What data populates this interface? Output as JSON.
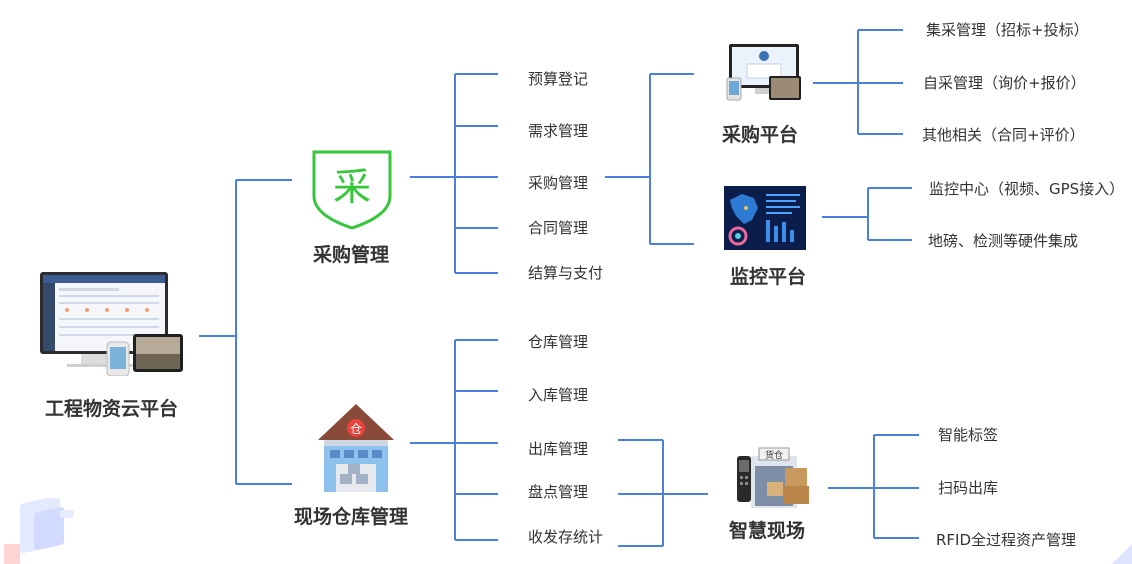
{
  "root": {
    "label": "工程物资云平台",
    "icon": "computer-tablet-phone-icon"
  },
  "branches": [
    {
      "title": "采购管理",
      "icon": "shield-cai-icon",
      "icon_glyph": "采",
      "items": [
        "预算登记",
        "需求管理",
        "采购管理",
        "合同管理",
        "结算与支付"
      ]
    },
    {
      "title": "现场仓库管理",
      "icon": "warehouse-icon",
      "icon_glyph": "仓",
      "items": [
        "仓库管理",
        "入库管理",
        "出库管理",
        "盘点管理",
        "收发存统计"
      ]
    }
  ],
  "platforms": [
    {
      "title": "采购平台",
      "icon": "computer-devices-icon",
      "items": [
        "集采管理（招标+投标）",
        "自采管理（询价+报价）",
        "其他相关（合同+评价）"
      ]
    },
    {
      "title": "监控平台",
      "icon": "monitor-map-dashboard-icon",
      "items": [
        "监控中心（视频、GPS接入）",
        "地磅、检测等硬件集成"
      ]
    },
    {
      "title": "智慧现场",
      "icon": "scanner-boxes-icon",
      "sign_text": "货仓",
      "items": [
        "智能标签",
        "扫码出库",
        "RFID全过程资产管理"
      ]
    }
  ],
  "colors": {
    "line": "#4a7fdc",
    "shield": "#36c63a",
    "warehouse_roof": "#8a4a3a",
    "warehouse_wall": "#8ec2ee",
    "text": "#333333"
  }
}
